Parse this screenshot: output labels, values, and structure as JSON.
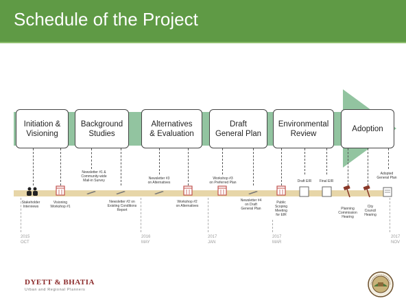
{
  "slide": {
    "title": "Schedule of the Project",
    "header_color": "#5f9a45",
    "arrow_color": "#7fba8f"
  },
  "phases": [
    {
      "label": "Initiation &\nVisioning"
    },
    {
      "label": "Background\nStudies"
    },
    {
      "label": "Alternatives\n& Evaluation"
    },
    {
      "label": "Draft\nGeneral Plan"
    },
    {
      "label": "Environmental\nReview"
    },
    {
      "label": "Adoption"
    }
  ],
  "events_above": [
    {
      "label": "Newsletter #1 &\nCommunity-wide\nMail-in Survey"
    },
    {
      "label": "Newsletter #3\non Alternatives"
    },
    {
      "label": "Workshop #3\non Preferred Plan"
    },
    {
      "label": "Draft EIR"
    },
    {
      "label": "Final EIR"
    },
    {
      "label": "Adopted\nGeneral Plan"
    }
  ],
  "events_below": [
    {
      "label": "Stakeholder\nInterviews"
    },
    {
      "label": "Visioning\nWorkshop #1"
    },
    {
      "label": "Newsletter #2 on\nExisting Conditions\nReport"
    },
    {
      "label": "Workshop #2\non Alternatives"
    },
    {
      "label": "Newsletter #4\non Draft\nGeneral Plan"
    },
    {
      "label": "Public\nScoping\nMeeting\nfor EIR"
    },
    {
      "label": "Planning\nCommission\nHearing"
    },
    {
      "label": "City\nCouncil\nHearing"
    }
  ],
  "dates": [
    {
      "label": "2015\nOCT"
    },
    {
      "label": "2016\nMAY"
    },
    {
      "label": "2017\nJAN"
    },
    {
      "label": "2017\nMAR"
    },
    {
      "label": "2017\nNOV"
    }
  ],
  "logo": {
    "name": "DYETT & BHATIA",
    "subtitle": "Urban and Regional Planners"
  },
  "seal": {
    "text": "CITY OF CERES"
  }
}
